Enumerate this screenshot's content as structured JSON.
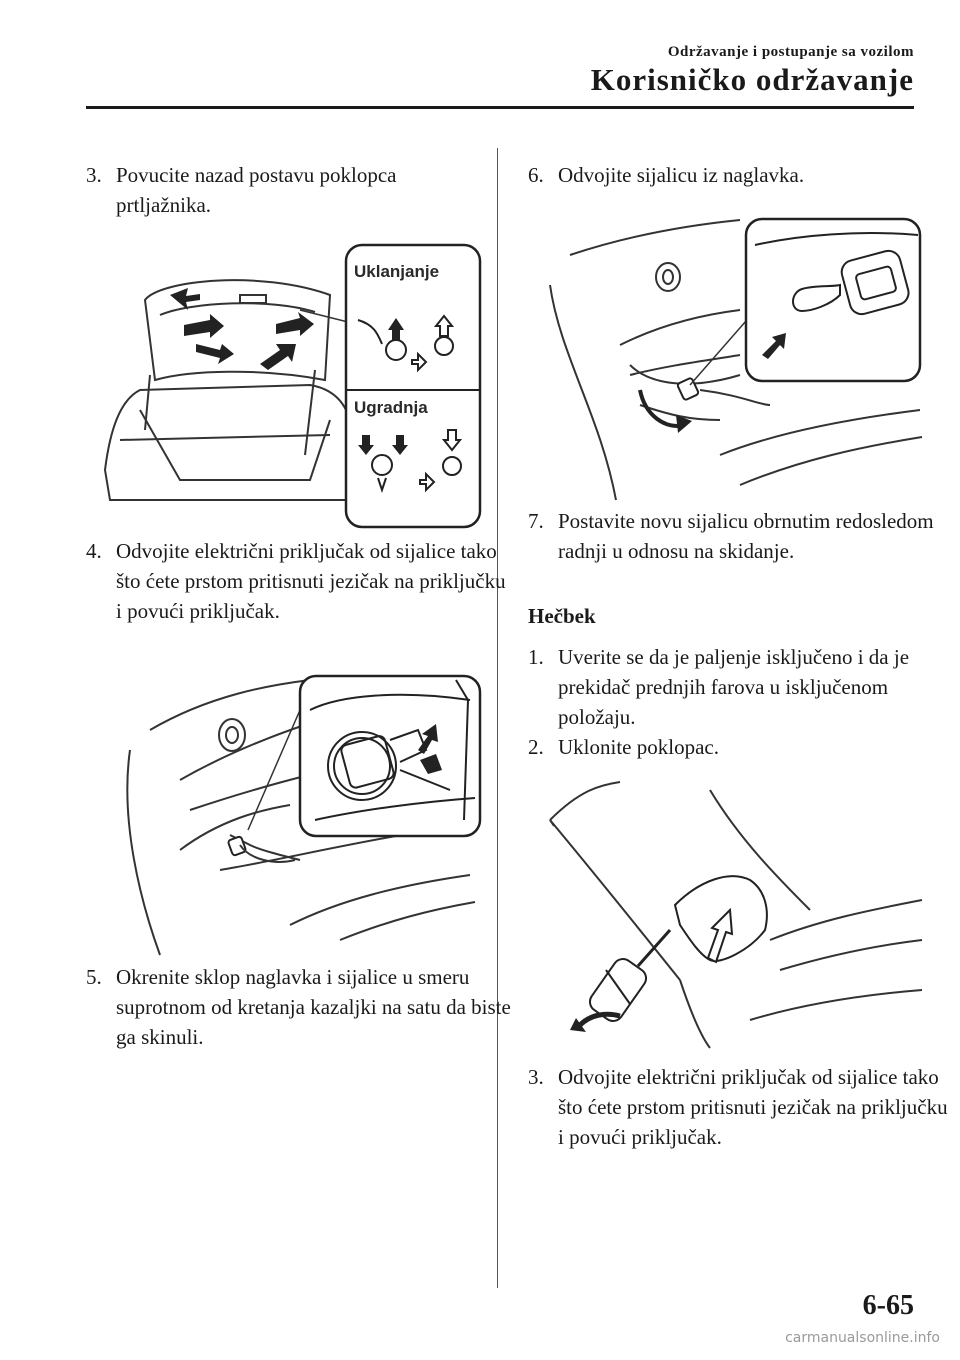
{
  "header": {
    "section": "Održavanje i postupanje sa vozilom",
    "title": "Korisničko održavanje"
  },
  "left_column": {
    "step3": {
      "num": "3.",
      "text": "Povucite nazad postavu poklopca prtljažnika."
    },
    "figure1": {
      "label_remove": "Uklanjanje",
      "label_install": "Ugradnja"
    },
    "step4": {
      "num": "4.",
      "text": "Odvojite električni priključak od sijalice tako što ćete prstom pritisnuti jezičak na priključku i povući priključak."
    },
    "step5": {
      "num": "5.",
      "text": "Okrenite sklop naglavka i sijalice u smeru suprotnom od kretanja kazaljki na satu da biste ga skinuli."
    }
  },
  "right_column": {
    "step6": {
      "num": "6.",
      "text": "Odvojite sijalicu iz naglavka."
    },
    "step7": {
      "num": "7.",
      "text": "Postavite novu sijalicu obrnutim redosledom radnji u odnosu na skidanje."
    },
    "subheading": "Hečbek",
    "h_step1": {
      "num": "1.",
      "text": "Uverite se da je paljenje isključeno i da je prekidač prednjih farova u isključenom položaju."
    },
    "h_step2": {
      "num": "2.",
      "text": "Uklonite poklopac."
    },
    "h_step3": {
      "num": "3.",
      "text": "Odvojite električni priključak od sijalice tako što ćete prstom pritisnuti jezičak na priključku i povući priključak."
    }
  },
  "footer": {
    "page_number": "6-65",
    "watermark": "carmanualsonline.info"
  }
}
